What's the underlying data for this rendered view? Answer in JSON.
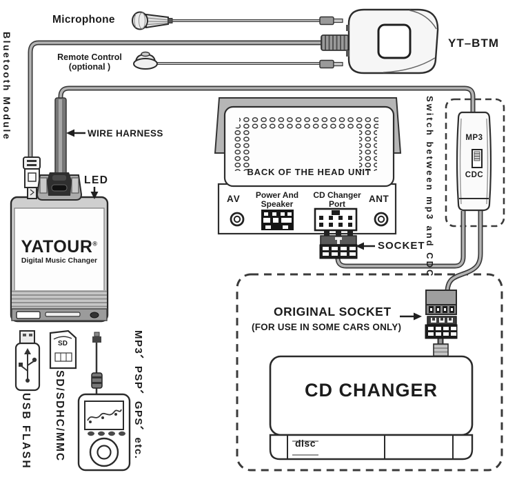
{
  "diagram": {
    "product_label": "YT–BTM",
    "labels": {
      "microphone": "Microphone",
      "remote_control": "Remote Control",
      "remote_control_note": "(optional )",
      "bluetooth_module": "Bluetooth Module",
      "wire_harness": "WIRE HARNESS",
      "led": "LED",
      "back_of_head_unit": "BACK OF THE HEAD UNIT",
      "av": "AV",
      "power_and_speaker_line1": "Power And",
      "power_and_speaker_line2": "Speaker",
      "cd_changer_port_line1": "CD Changer",
      "cd_changer_port_line2": "Port",
      "ant": "ANT",
      "socket": "SOCKET",
      "switch_note": "Switch between mp3 and CDC",
      "mp3": "MP3",
      "cdc": "CDC",
      "original_socket": "ORIGINAL SOCKET",
      "original_socket_note": "(FOR USE IN SOME CARS ONLY)",
      "cd_changer": "CD CHANGER",
      "usb_flash": "USB FLASH",
      "sd_card": "SD/SDHC/MMC",
      "portable_players": "MP3、PSP、GPS、etc.",
      "sd_logo": "SD",
      "disc_logo": "disc"
    },
    "device": {
      "brand": "YATOUR",
      "brand_mark": "®",
      "tagline": "Digital Music Changer"
    },
    "icons": {
      "microphone": "microphone-icon",
      "remote_control": "remote-button-icon",
      "bluetooth_plug": "mini-usb-plug-icon",
      "wire_harness_plug": "dsub-connector-icon",
      "usb_flash": "usb-flash-drive-icon",
      "sd_card": "sd-card-icon",
      "aux_cable": "aux-cable-icon",
      "mp3_player": "mp3-player-icon",
      "cd_logo": "compact-disc-logo"
    },
    "colors": {
      "outline": "#2d2d2d",
      "wire_core": "#b4b4b4",
      "wire_edge": "#3a3a3a",
      "device_gray": "#cfcfcf",
      "panel_gray": "#9b9b9b",
      "text": "#1c1c1c"
    }
  }
}
